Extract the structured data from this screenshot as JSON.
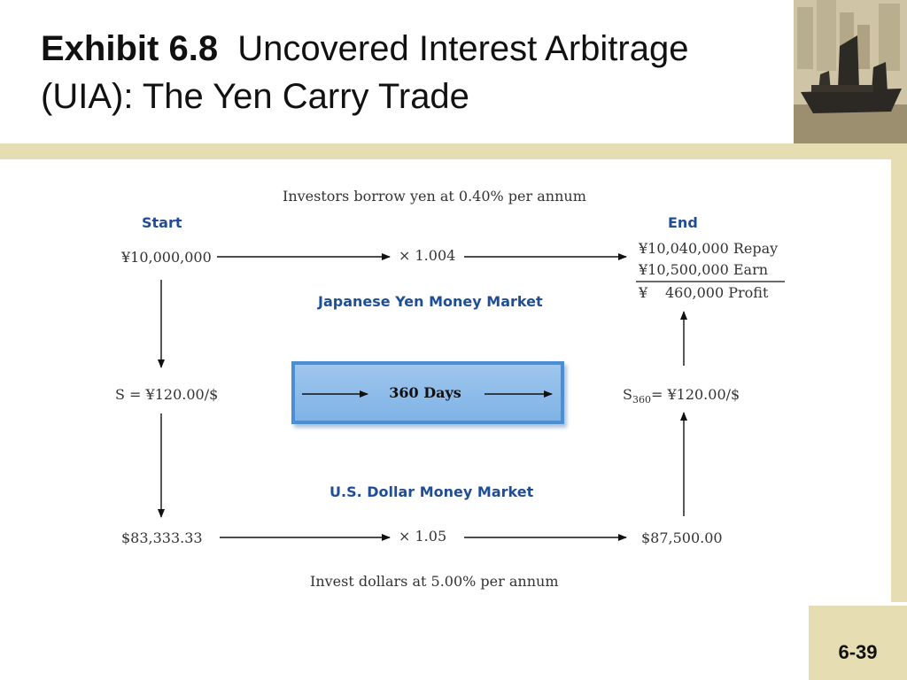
{
  "slide": {
    "title_bold": "Exhibit 6.8",
    "title_line1": "Uncovered Interest Arbitrage",
    "title_line2": "(UIA): The Yen Carry Trade",
    "page_number": "6-39"
  },
  "diagram": {
    "top_caption": "Investors borrow yen at 0.40% per annum",
    "start_label": "Start",
    "end_label": "End",
    "yen_start": "¥10,000,000",
    "yen_multiplier": "× 1.004",
    "repay_line": "¥10,040,000 Repay",
    "earn_line": "¥10,500,000 Earn",
    "profit_symbol": "¥",
    "profit_value": "460,000 Profit",
    "yen_market": "Japanese Yen Money Market",
    "spot_rate": "S = ¥120.00/$",
    "days": "360 Days",
    "future_rate_prefix": "S",
    "future_rate_sub": "360",
    "future_rate_suffix": "= ¥120.00/$",
    "usd_market": "U.S. Dollar Money Market",
    "usd_start": "$83,333.33",
    "usd_multiplier": "× 1.05",
    "usd_end": "$87,500.00",
    "bottom_caption": "Invest dollars at 5.00% per annum"
  },
  "colors": {
    "accent_band": "#e6ddb2",
    "heading_blue": "#1f4e96",
    "box_fill": "#8fbcea",
    "box_border": "#4a8fd6"
  }
}
